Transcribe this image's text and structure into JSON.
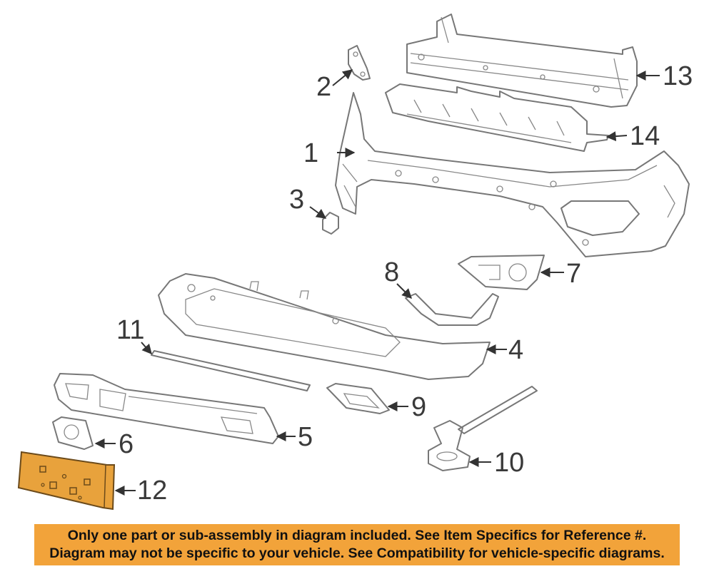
{
  "diagram": {
    "callouts": {
      "c1": "1",
      "c2": "2",
      "c3": "3",
      "c4": "4",
      "c5": "5",
      "c6": "6",
      "c7": "7",
      "c8": "8",
      "c9": "9",
      "c10": "10",
      "c11": "11",
      "c12": "12",
      "c13": "13",
      "c14": "14"
    },
    "highlight_color": "#e8a23c",
    "line_color": "#777777"
  },
  "banner": {
    "line1": "Only one part or sub-assembly in diagram included. See Item Specifics for Reference #.",
    "line2": "Diagram may not be specific to your vehicle. See Compatibility for vehicle-specific diagrams.",
    "color": "#f2a33a"
  }
}
